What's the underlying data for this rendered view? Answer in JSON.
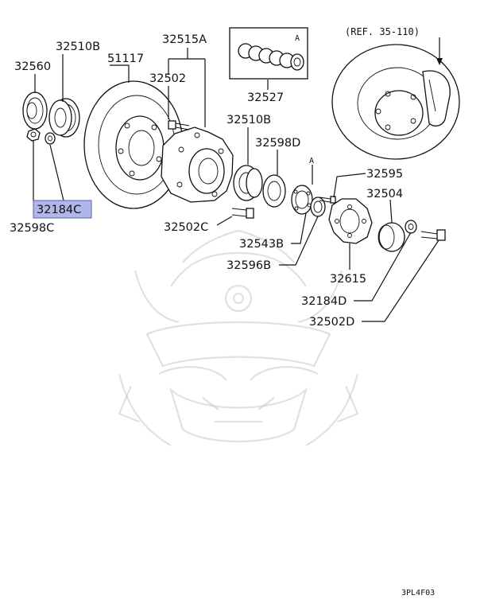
{
  "diagram": {
    "reference_note": "(REF. 35-110)",
    "figure_code": "3PL4F03",
    "highlight_color": "#aeb6ea",
    "highlighted_part": "32184C",
    "labels": {
      "p32510B_top": "32510B",
      "p32560": "32560",
      "p51117": "51117",
      "p32515A": "32515A",
      "p32502": "32502",
      "p32527": "32527",
      "p32510B_mid": "32510B",
      "p32598D": "32598D",
      "marker_A_box": "A",
      "marker_A_mid": "A",
      "p32595": "32595",
      "p32504": "32504",
      "p32184C": "32184C",
      "p32598C": "32598C",
      "p32502C": "32502C",
      "p32543B": "32543B",
      "p32596B": "32596B",
      "p32615": "32615",
      "p32184D": "32184D",
      "p32502D": "32502D"
    }
  }
}
